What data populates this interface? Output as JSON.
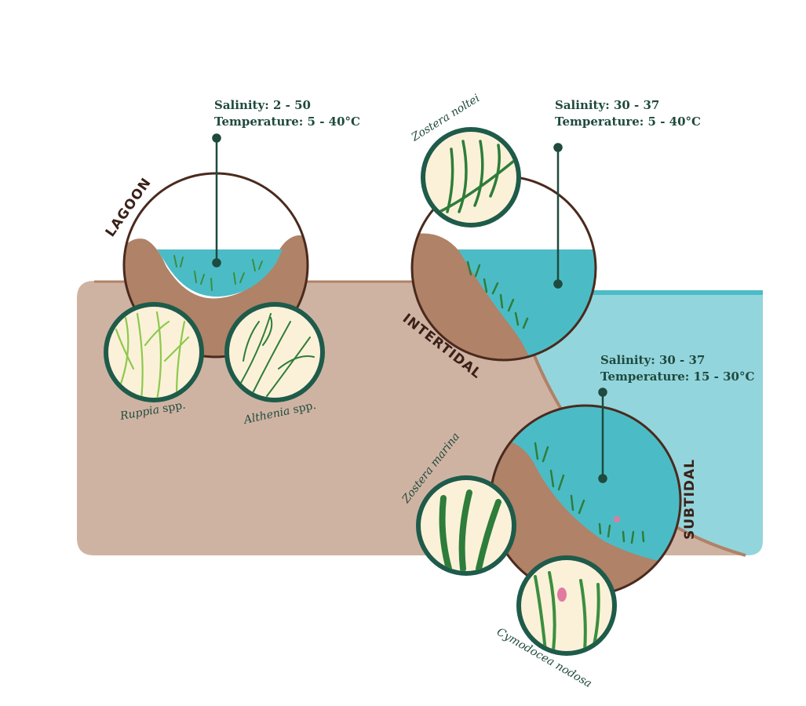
{
  "zones": {
    "lagoon": {
      "label": "LAGOON",
      "salinity": "Salinity: 2 - 50",
      "temperature": "Temperature: 5 - 40°C",
      "species": [
        {
          "genus": "Ruppia",
          "suffix": "spp."
        },
        {
          "genus": "Althenia",
          "suffix": "spp."
        }
      ]
    },
    "intertidal": {
      "label": "INTERTIDAL",
      "salinity": "Salinity: 30 - 37",
      "temperature": "Temperature: 5 - 40°C",
      "species": [
        {
          "genus": "Zostera noltei",
          "suffix": ""
        }
      ]
    },
    "subtidal": {
      "label": "SUBTIDAL",
      "salinity": "Salinity: 30 - 37",
      "temperature": "Temperature: 15 - 30°C",
      "species": [
        {
          "genus": "Zostera marina",
          "suffix": ""
        },
        {
          "genus": "Cymodocea  nodosa",
          "suffix": ""
        }
      ]
    }
  },
  "colors": {
    "land": "#cfb3a2",
    "soil": "#b08267",
    "outline": "#4a2a1e",
    "deep_water": "#93d5dc",
    "water": "#4bbcc6",
    "badge_ring": "#1e5b4a",
    "badge_fill": "#fbf1d8",
    "text": "#1f4a3e",
    "leaf_light": "#8cc94e",
    "leaf_dark": "#2e7d3a",
    "flower": "#e07aa0"
  }
}
